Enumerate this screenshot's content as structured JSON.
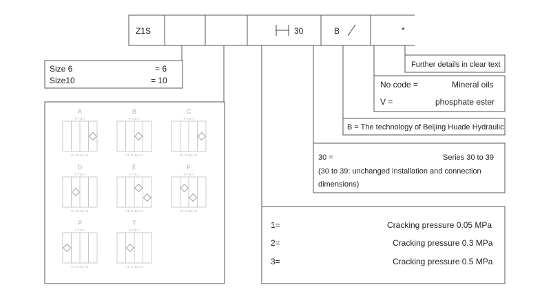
{
  "header": {
    "code": "Z1S",
    "series_code": "30",
    "tech_code": "B",
    "detail_code": "*"
  },
  "sizes": [
    {
      "label": "Size 6",
      "value": "= 6"
    },
    {
      "label": "Size10",
      "value": "= 10"
    }
  ],
  "further_details": "Further details in clear text",
  "seal": {
    "rows": [
      {
        "code": "No code =",
        "desc": "Mineral oils"
      },
      {
        "code": "V =",
        "desc": "phosphate ester"
      }
    ]
  },
  "technology": "B = The technology of Beijing Huade Hydraulic",
  "series": {
    "code": "30 =",
    "desc": "Series 30 to 39",
    "note_line1": "(30 to 39: unchanged installation and connection",
    "note_line2": "dimensions)"
  },
  "pressure": [
    {
      "code": "1=",
      "desc": "Cracking pressure 0.05 MPa"
    },
    {
      "code": "2=",
      "desc": "Cracking pressure 0.3 MPa"
    },
    {
      "code": "3=",
      "desc": "Cracking pressure 0.5 MPa"
    }
  ],
  "symbols": {
    "top_ports": "P T B A",
    "bottom_ports": "P1 T1 B1 A1",
    "items": [
      {
        "letter": "A",
        "valves": [
          3
        ]
      },
      {
        "letter": "B",
        "valves": [
          2
        ]
      },
      {
        "letter": "C",
        "valves": [
          3
        ]
      },
      {
        "letter": "D",
        "valves": [
          1
        ]
      },
      {
        "letter": "E",
        "valves": [
          2,
          3
        ]
      },
      {
        "letter": "F",
        "valves": [
          1,
          2
        ]
      },
      {
        "letter": "P",
        "valves": [
          0
        ]
      },
      {
        "letter": "T",
        "valves": [
          1
        ]
      }
    ]
  }
}
